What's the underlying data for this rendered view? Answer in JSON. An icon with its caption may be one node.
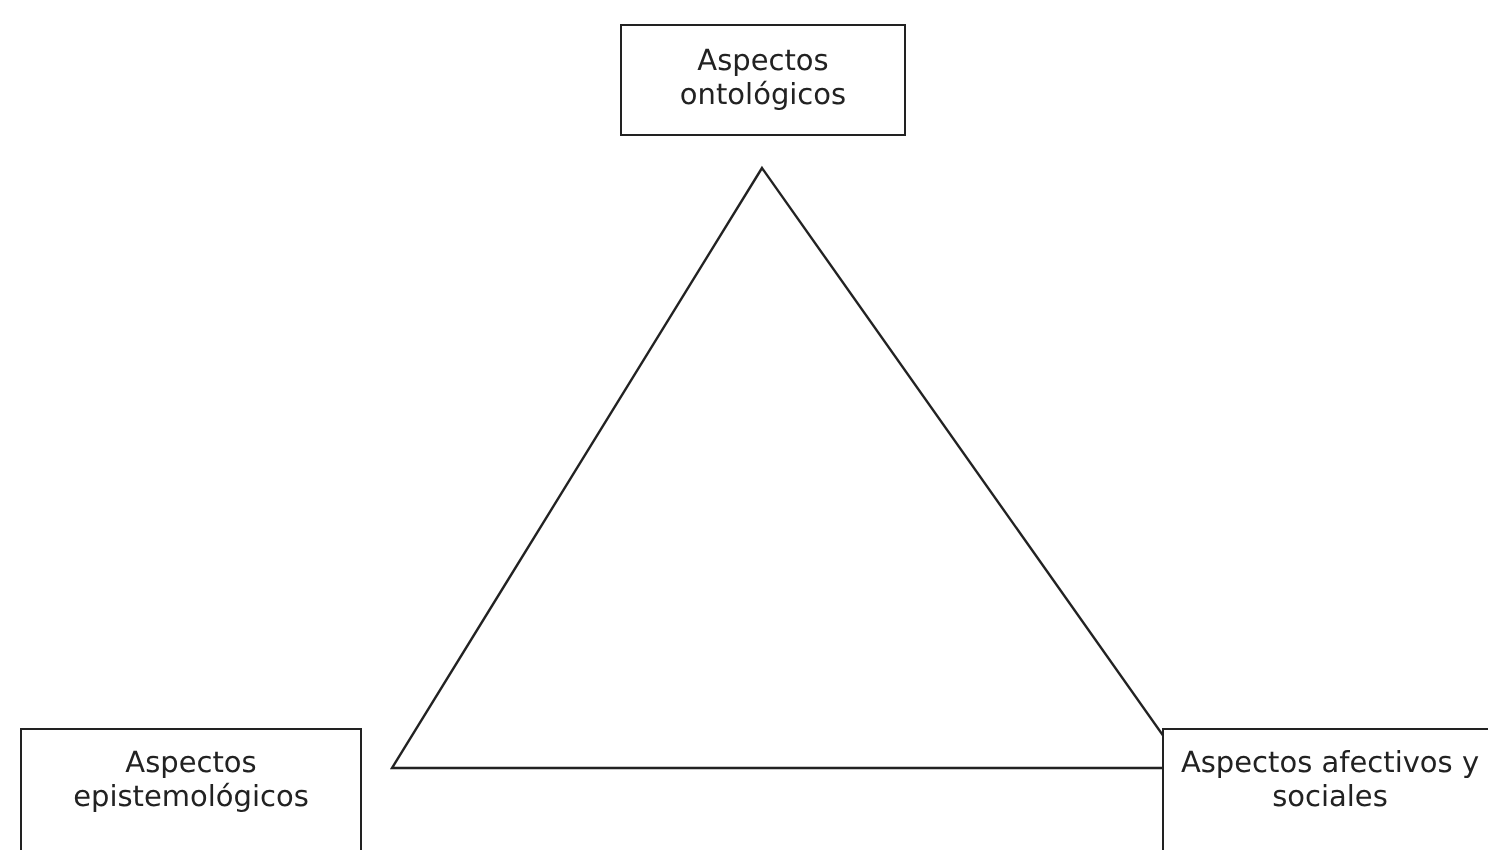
{
  "diagram": {
    "nodes": [
      {
        "text": [
          "Aspectos ontológicos"
        ]
      },
      {
        "text": [
          "Aspectos epistemológicos"
        ]
      },
      {
        "text": [
          "Aspectos afectivos y sociales"
        ]
      }
    ]
  }
}
